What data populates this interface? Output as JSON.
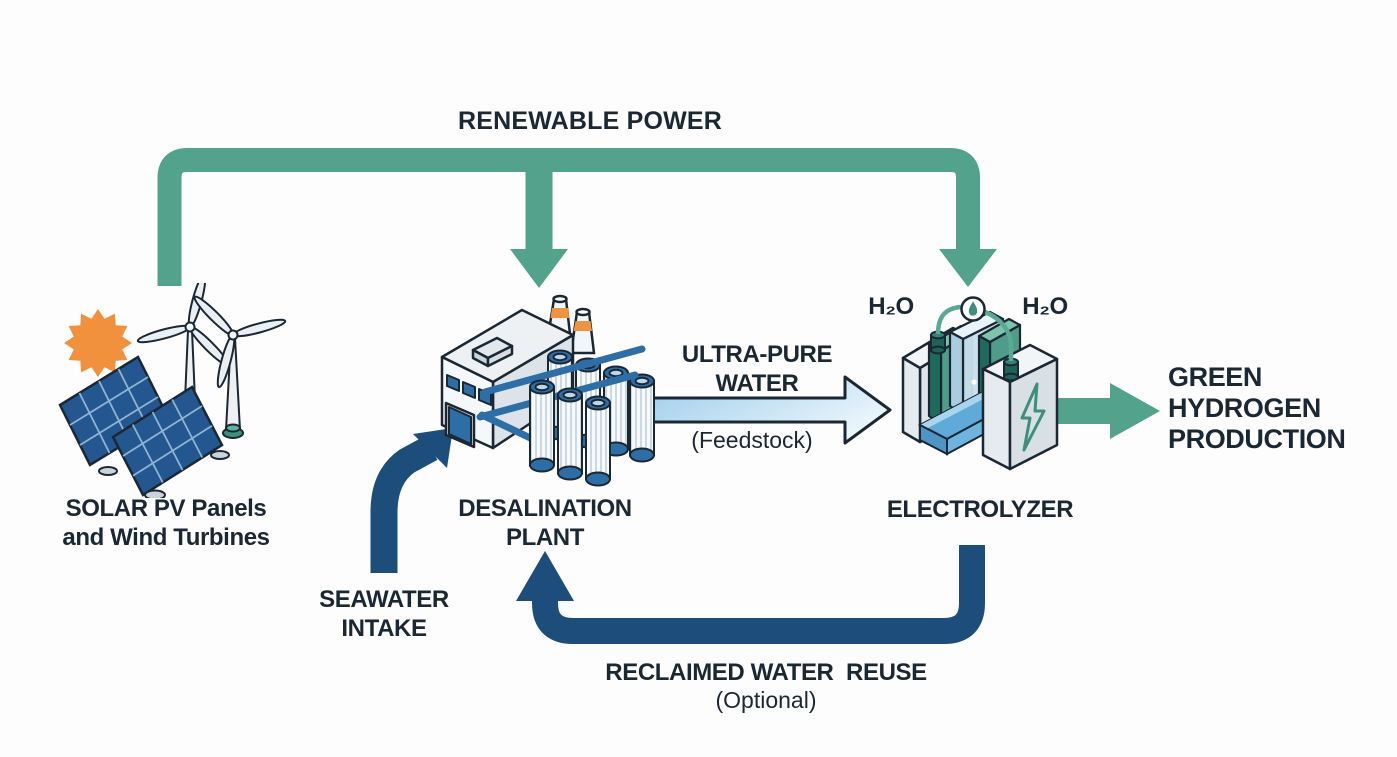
{
  "colors": {
    "teal": "#52A28C",
    "dark_blue": "#1D4D7A",
    "navy_text": "#1B2733",
    "light_arrow_start": "#9CCDEB",
    "light_arrow_end": "#EBF5FC",
    "sun_orange": "#F2913D",
    "panel_blue": "#24568F"
  },
  "title": {
    "renewable_power": "RENEWABLE POWER"
  },
  "nodes": {
    "solar_wind": {
      "label_line1": "SOLAR PV Panels",
      "label_line2": "and Wind Turbines"
    },
    "desalination": {
      "label_line1": "DESALINATION",
      "label_line2": "PLANT"
    },
    "electrolyzer": {
      "label": "ELECTROLYZER",
      "h2o_left": "H₂O",
      "h2o_right": "H₂O"
    },
    "green_hydrogen": {
      "line1": "GREEN",
      "line2": "HYDROGEN",
      "line3": "PRODUCTION"
    }
  },
  "flows": {
    "seawater": {
      "line1": "SEAWATER",
      "line2": "INTAKE"
    },
    "ultra_pure": {
      "line1": "ULTRA-PURE",
      "line2": "WATER",
      "note": "(Feedstock)"
    },
    "reclaimed": {
      "line1": "RECLAIMED WATER  REUSE",
      "note": "(Optional)"
    }
  }
}
